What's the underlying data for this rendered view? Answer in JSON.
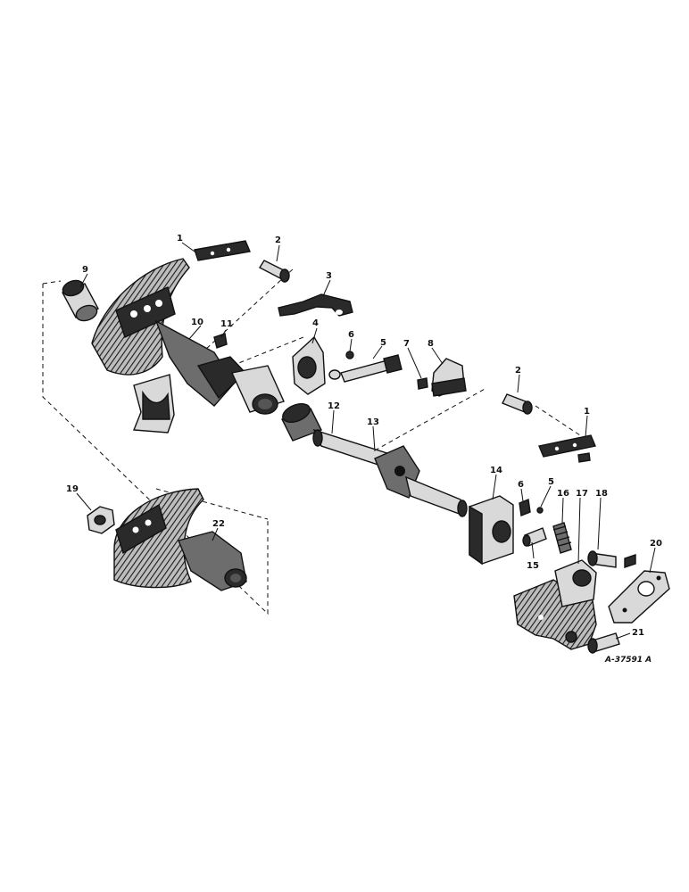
{
  "figure_ref": "A-37591 A",
  "callouts": {
    "c1a": "1",
    "c2a": "2",
    "c3": "3",
    "c4": "4",
    "c5a": "5",
    "c6a": "6",
    "c7": "7",
    "c8": "8",
    "c9": "9",
    "c10": "10",
    "c11": "11",
    "c12": "12",
    "c13": "13",
    "c2b": "2",
    "c1b": "1",
    "c14": "14",
    "c6b": "6",
    "c5b": "5",
    "c15": "15",
    "c16": "16",
    "c17": "17",
    "c18": "18",
    "c19": "19",
    "c20": "20",
    "c21": "21",
    "c22": "22"
  },
  "colors": {
    "ink": "#111111",
    "paper": "#ffffff"
  }
}
